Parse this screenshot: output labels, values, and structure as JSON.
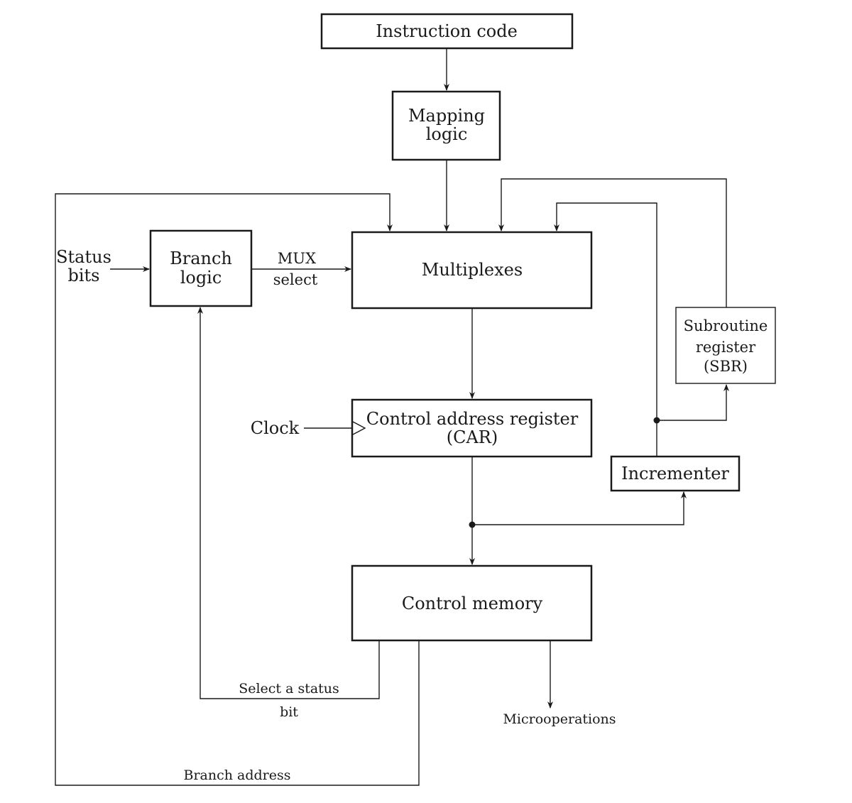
{
  "diagram": {
    "instruction_code": "Instruction code",
    "mapping_logic": [
      "Mapping",
      "logic"
    ],
    "multiplexes": "Multiplexes",
    "branch_logic": [
      "Branch",
      "logic"
    ],
    "status_bits": [
      "Status",
      "bits"
    ],
    "mux_select": [
      "MUX",
      "select"
    ],
    "sbr": [
      "Subroutine",
      "register",
      "(SBR)"
    ],
    "clock": "Clock",
    "car": [
      "Control address register",
      "(CAR)"
    ],
    "incrementer": "Incrementer",
    "control_memory": "Control memory",
    "select_status_bit": [
      "Select a status",
      "bit"
    ],
    "microoperations": "Microoperations",
    "branch_address": "Branch address"
  }
}
